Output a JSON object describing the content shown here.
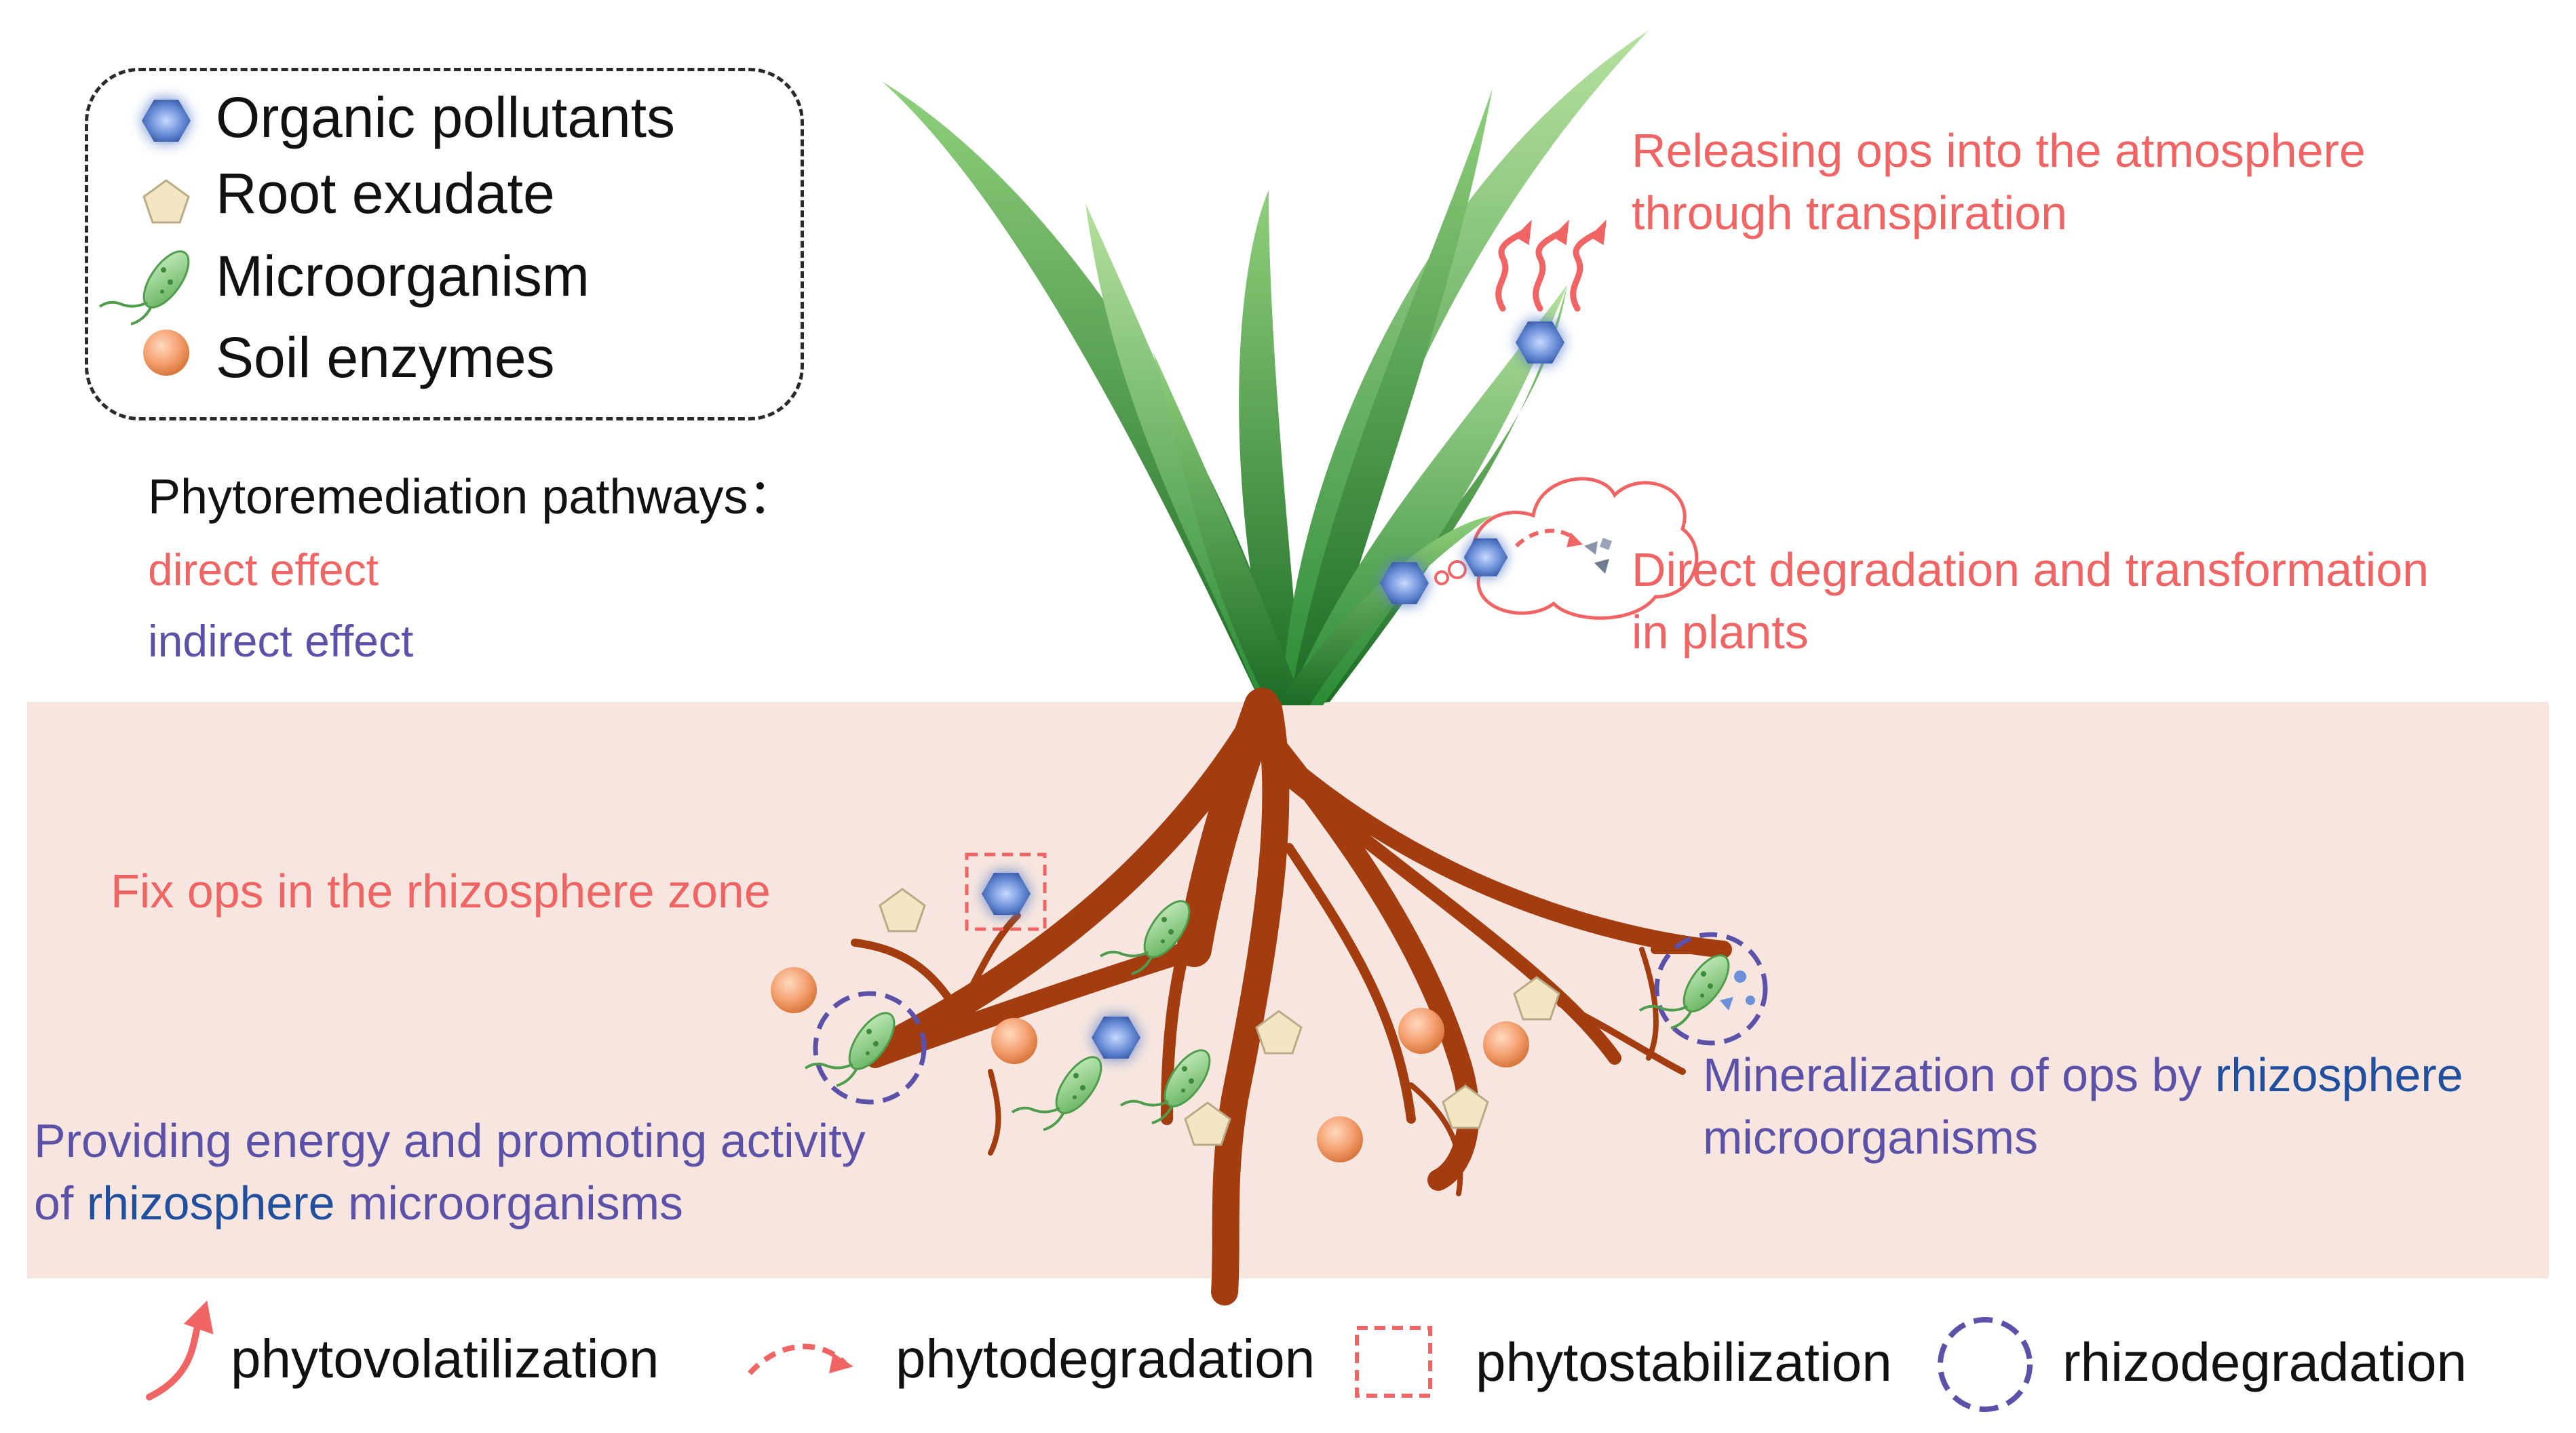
{
  "legend": {
    "items": [
      {
        "label": "Organic pollutants",
        "icon": "hexagon-icon",
        "color": "#6b8fd8"
      },
      {
        "label": "Root exudate",
        "icon": "pentagon-icon",
        "color": "#f3e7c3"
      },
      {
        "label": "Microorganism",
        "icon": "bacterium-icon",
        "color": "#8fcf8a"
      },
      {
        "label": "Soil enzymes",
        "icon": "sphere-icon",
        "color": "#f4a070"
      }
    ]
  },
  "pathways": {
    "title": "Phytoremediation pathways：",
    "direct": "direct effect",
    "indirect": "indirect effect",
    "direct_color": "#f06464",
    "indirect_color": "#5b51a8"
  },
  "annotations": {
    "transpiration": [
      "Releasing ops into the atmosphere",
      "through transpiration"
    ],
    "degradation": [
      "Direct degradation and transformation",
      "in plants"
    ],
    "fix": "Fix ops in the rhizosphere zone",
    "energy_line1": "Providing energy and promoting activity",
    "energy_line2_pre": "of ",
    "energy_line2_highlight": "rhizosphere",
    "energy_line2_post": " microorganisms",
    "mineral_line1_pre": "Mineralization of ops by ",
    "mineral_line1_highlight": "rhizosphere",
    "mineral_line2": "microorganisms"
  },
  "bottom_legend": [
    {
      "label": "phytovolatilization",
      "icon": "curved-arrow-icon"
    },
    {
      "label": "phytodegradation",
      "icon": "dashed-arrow-icon"
    },
    {
      "label": "phytostabilization",
      "icon": "dashed-square-icon"
    },
    {
      "label": "rhizodegradation",
      "icon": "dashed-circle-icon"
    }
  ],
  "colors": {
    "soil": "#f7e6df",
    "root": "#a33d10",
    "leaf_dark": "#1f7a2a",
    "leaf_light": "#8ccf7a",
    "accent_red": "#f06464",
    "accent_purple": "#5b51a8"
  }
}
